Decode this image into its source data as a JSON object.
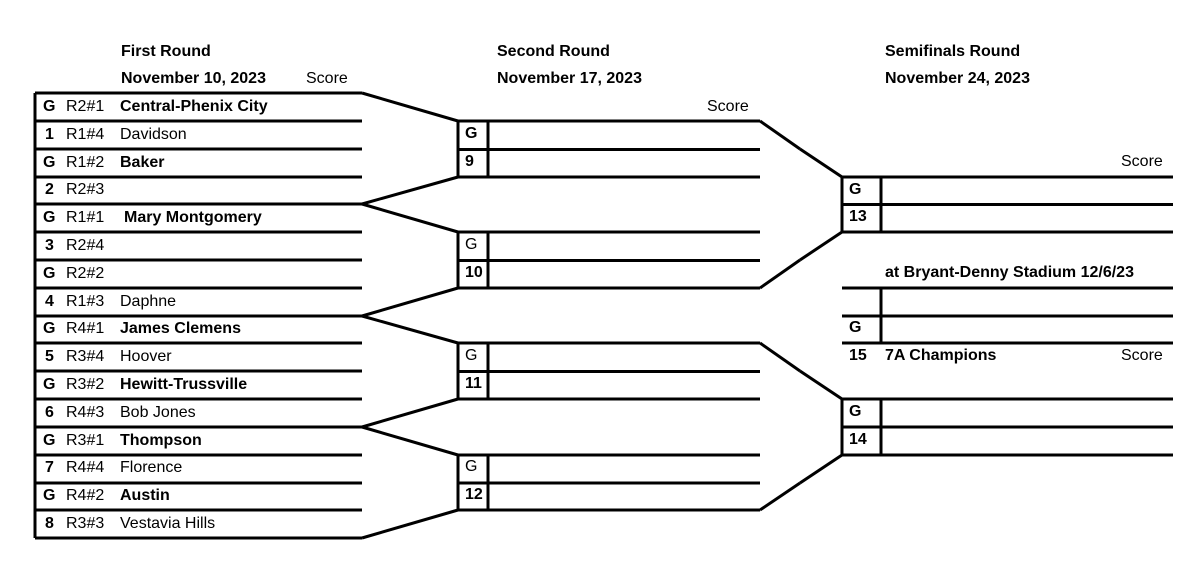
{
  "headers": {
    "first_round": {
      "title": "First Round",
      "date": "November 10, 2023"
    },
    "second_round": {
      "title": "Second Round",
      "date": "November 17, 2023"
    },
    "semifinals": {
      "title": "Semifinals Round",
      "date": "November 24, 2023"
    }
  },
  "score_label": "Score",
  "first_round": [
    {
      "num": "G",
      "seed": "R2#1",
      "team": "Central-Phenix City",
      "bold": true
    },
    {
      "num": "1",
      "seed": "R1#4",
      "team": "Davidson",
      "bold": false
    },
    {
      "num": "G",
      "seed": "R1#2",
      "team": "Baker",
      "bold": true
    },
    {
      "num": "2",
      "seed": "R2#3",
      "team": "",
      "bold": false
    },
    {
      "num": "G",
      "seed": "R1#1",
      "team": "Mary Montgomery",
      "bold": true
    },
    {
      "num": "3",
      "seed": "R2#4",
      "team": "",
      "bold": false
    },
    {
      "num": "G",
      "seed": "R2#2",
      "team": "",
      "bold": false
    },
    {
      "num": "4",
      "seed": "R1#3",
      "team": "Daphne",
      "bold": false
    },
    {
      "num": "G",
      "seed": "R4#1",
      "team": "James Clemens",
      "bold": true
    },
    {
      "num": "5",
      "seed": "R3#4",
      "team": "Hoover",
      "bold": false
    },
    {
      "num": "G",
      "seed": "R3#2",
      "team": "Hewitt-Trussville",
      "bold": true
    },
    {
      "num": "6",
      "seed": "R4#3",
      "team": "Bob Jones",
      "bold": false
    },
    {
      "num": "G",
      "seed": "R3#1",
      "team": "Thompson",
      "bold": true
    },
    {
      "num": "7",
      "seed": "R4#4",
      "team": "Florence",
      "bold": false
    },
    {
      "num": "G",
      "seed": "R4#2",
      "team": "Austin",
      "bold": true
    },
    {
      "num": "8",
      "seed": "R3#3",
      "team": "Vestavia Hills",
      "bold": false
    }
  ],
  "second_round": [
    {
      "top": "G",
      "bottom": "9"
    },
    {
      "top": "G",
      "bottom": "10"
    },
    {
      "top": "G",
      "bottom": "11"
    },
    {
      "top": "G",
      "bottom": "12"
    }
  ],
  "semifinals": [
    {
      "top": "G",
      "bottom": "13"
    },
    {
      "top": "G",
      "bottom": "14"
    }
  ],
  "final": {
    "venue": "at Bryant-Denny Stadium 12/6/23",
    "top": "G",
    "number": "15",
    "label": "7A Champions"
  }
}
